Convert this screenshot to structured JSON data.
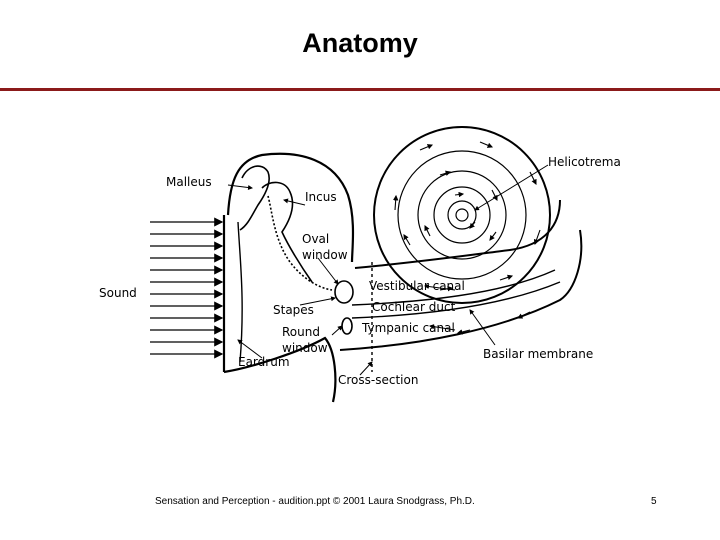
{
  "slide": {
    "title": "Anatomy",
    "footer": "Sensation and Perception - audition.ppt © 2001 Laura Snodgrass, Ph.D.",
    "page_number": "5",
    "accent_color": "#8b1a1a"
  },
  "diagram": {
    "labels": {
      "malleus": "Malleus",
      "incus": "Incus",
      "oval_window": "Oval window",
      "sound": "Sound",
      "stapes": "Stapes",
      "round_window": "Round window",
      "eardrum": "Eardrum",
      "helicotrema": "Helicotrema",
      "vestibular_canal": "Vestibular canal",
      "cochlear_duct": "Cochlear duct",
      "tympanic_canal": "Tympanic canal",
      "basilar_membrane": "Basilar membrane",
      "cross_section": "Cross-section"
    }
  }
}
